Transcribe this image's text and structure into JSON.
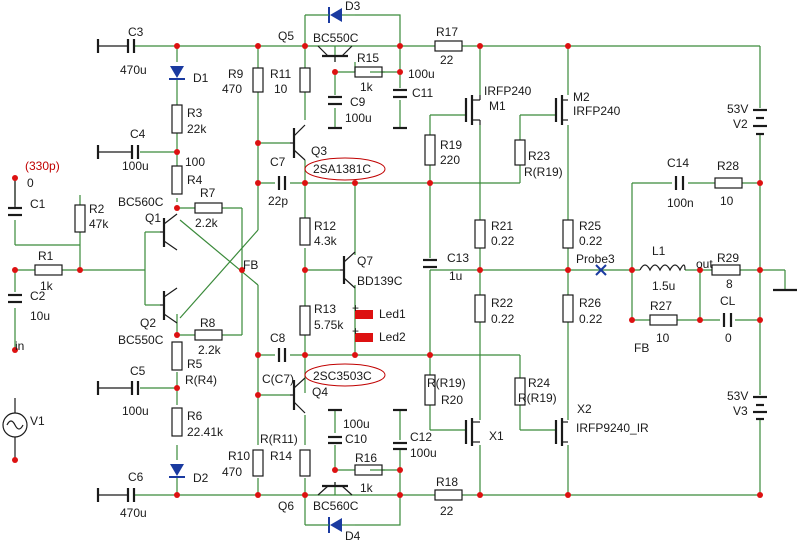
{
  "labels": {
    "C3": "C3",
    "C3v": "470u",
    "D3": "D3",
    "Q5": "Q5",
    "Q5t": "BC550C",
    "R17": "R17",
    "R17v": "22",
    "R15": "R15",
    "R15v": "1k",
    "C15v": "100u",
    "D1": "D1",
    "R9": "R9",
    "R9v": "470",
    "R11": "R11",
    "R11v": "10",
    "C9": "C9",
    "C9v": "100u",
    "C11": "C11",
    "M1": "M1",
    "M1t": "IRFP240",
    "M2": "M2",
    "M2t": "IRFP240",
    "R3": "R3",
    "R3v": "22k",
    "C4": "C4",
    "C4v": "100u",
    "Q3": "Q3",
    "Q3t": "2SA1381C",
    "R19": "R19",
    "R19v": "220",
    "R23": "R23",
    "R23v": "R(R19)",
    "V2v": "53V",
    "V2": "V2",
    "R4v": "100",
    "R4": "R4",
    "C7": "C7",
    "C7v": "22p",
    "C14": "C14",
    "C14v": "100n",
    "R28": "R28",
    "R28v": "10",
    "cap330": "(330p)",
    "zero": "0",
    "C1": "C1",
    "R2": "R2",
    "R2v": "47k",
    "Q1t": "BC560C",
    "R7": "R7",
    "R7v": "2.2k",
    "Q1": "Q1",
    "R12": "R12",
    "R12v": "4.3k",
    "R21": "R21",
    "R21v": "0.22",
    "R25": "R25",
    "R25v": "0.22",
    "R1": "R1",
    "R1v": "1k",
    "FB": "FB",
    "Q7": "Q7",
    "Q7t": "BD139C",
    "C13": "C13",
    "C13v": "1u",
    "L1": "L1",
    "L1v": "1.5u",
    "R29": "R29",
    "out": "out",
    "Probe3": "Probe3",
    "R29v": "8",
    "C2": "C2",
    "C2v": "10u",
    "R13": "R13",
    "R13v": "5.75k",
    "Led1": "Led1",
    "Led2": "Led2",
    "R22": "R22",
    "R22v": "0.22",
    "R26": "R26",
    "R26v": "0.22",
    "R27": "R27",
    "R27v": "10",
    "CL": "CL",
    "CLv": "0",
    "Q2": "Q2",
    "R8": "R8",
    "Q2t": "BC550C",
    "R8v": "2.2k",
    "C8": "C8",
    "FB2": "FB",
    "in": "in",
    "R5": "R5",
    "R5v": "R(R4)",
    "C8v": "C(C7)",
    "Q4t": "2SC3503C",
    "Q4": "Q4",
    "R20v": "R(R19)",
    "R20": "R20",
    "R24": "R24",
    "R24v": "R(R19)",
    "V3v": "53V",
    "V3": "V3",
    "C5": "C5",
    "C5v": "100u",
    "C10v": "100u",
    "C10": "C10",
    "X2": "X2",
    "X2t": "IRFP9240_IR",
    "V1": "V1",
    "R6": "R6",
    "R6v": "22.41k",
    "R11b": "R(R11)",
    "C12": "C12",
    "C12v": "100u",
    "R16": "R16",
    "X1": "X1",
    "R10": "R10",
    "R10v": "470",
    "R14": "R14",
    "R16v": "1k",
    "C6": "C6",
    "D2": "D2",
    "R18": "R18",
    "C6v": "470u",
    "Q6": "Q6",
    "Q6t": "BC560C",
    "R18v": "22",
    "D4": "D4"
  },
  "colors": {
    "wire": "#3a8a3a",
    "node": "#dd1111",
    "component": "#1a1a1a",
    "diode": "#1a3aa0",
    "highlight": "#c00000"
  }
}
